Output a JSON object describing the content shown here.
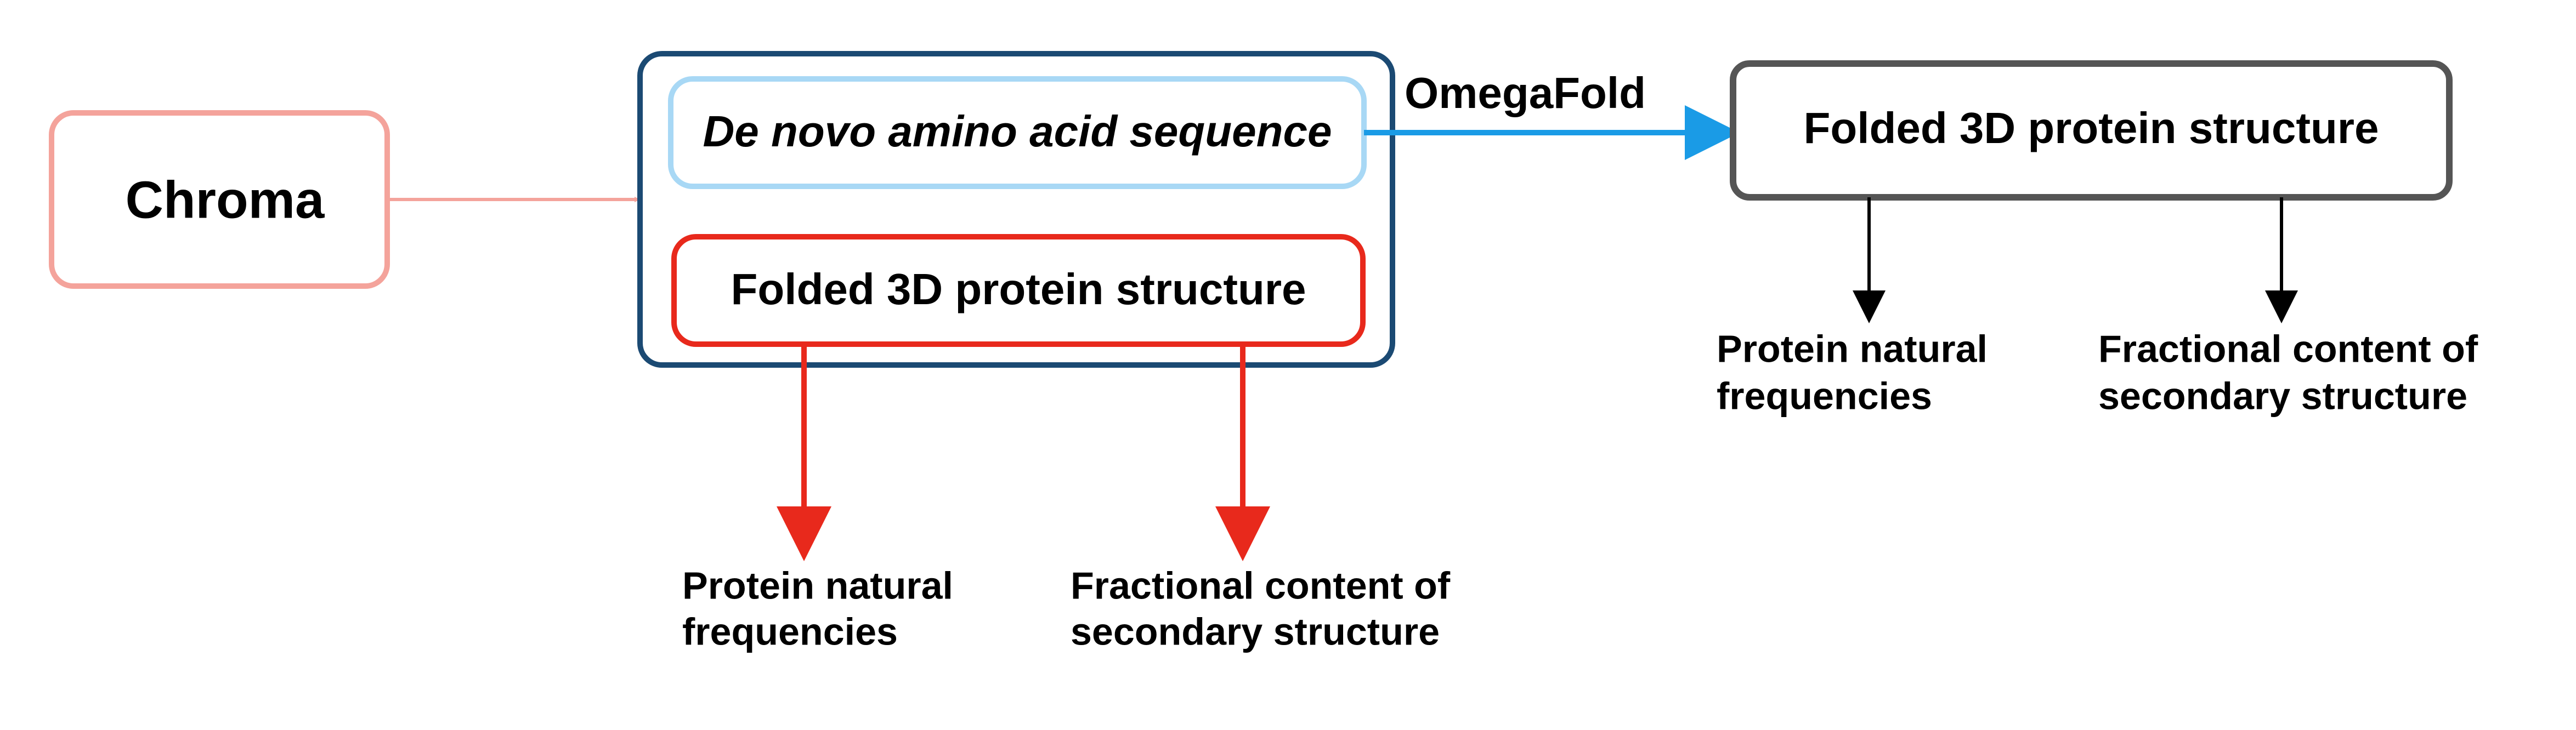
{
  "colors": {
    "chroma_border": "#f4a39b",
    "chroma_arrow": "#f4a39b",
    "outer_container": "#1b4a73",
    "sequence_border": "#a8d8f5",
    "red_structure": "#e8291c",
    "omegafold_arrow": "#1a9be6",
    "gray_structure": "#555555",
    "black_arrow": "#000000"
  },
  "nodes": {
    "chroma": "Chroma",
    "sequence": "De novo amino acid sequence",
    "structure_left": "Folded 3D protein structure",
    "structure_right": "Folded 3D protein structure"
  },
  "edges": {
    "omegafold": "OmegaFold"
  },
  "outputs_left": {
    "freq_line1": "Protein natural",
    "freq_line2": "frequencies",
    "ss_line1": "Fractional content of",
    "ss_line2": "secondary structure"
  },
  "outputs_right": {
    "freq_line1": "Protein natural",
    "freq_line2": "frequencies",
    "ss_line1": "Fractional content of",
    "ss_line2": "secondary structure"
  }
}
